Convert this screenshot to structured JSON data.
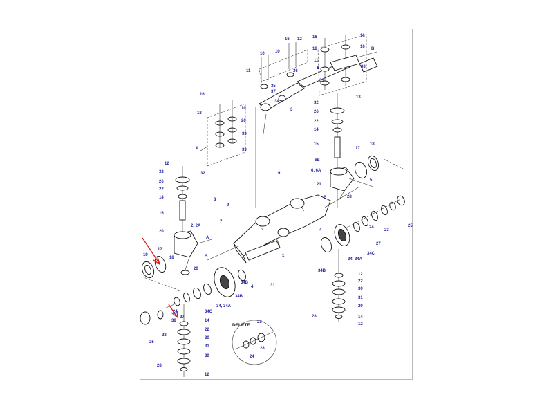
{
  "labels": {
    "top_right": [
      "16",
      "16",
      "18",
      "16",
      "11",
      "33",
      "B",
      "5",
      "33",
      "13",
      "32",
      "26",
      "22",
      "14",
      "15",
      "17",
      "18",
      "6B",
      "6, 6A",
      "5"
    ],
    "top_center": [
      "10",
      "16",
      "12",
      "10",
      "11",
      "36",
      "35",
      "37",
      "5",
      "34",
      "3"
    ],
    "left_bracket": [
      "16",
      "18",
      "10",
      "26",
      "33",
      "33",
      "A"
    ],
    "left_knuckle": [
      "12",
      "32",
      "32",
      "26",
      "22",
      "14",
      "15",
      "2, 2A",
      "20",
      "17",
      "18",
      "19",
      "A",
      "5",
      "20"
    ],
    "center_axle": [
      "8",
      "9",
      "7",
      "9",
      "21",
      "1",
      "4",
      "4",
      "31",
      "34B"
    ],
    "right_axle": [
      "B",
      "28",
      "24",
      "23",
      "27",
      "34C",
      "25",
      "34, 34A",
      "34B",
      "12",
      "22",
      "30",
      "31",
      "29",
      "14",
      "28",
      "12"
    ],
    "lower_left": [
      "24",
      "34B",
      "34C",
      "27",
      "34, 34A",
      "38",
      "14",
      "22",
      "30",
      "31",
      "29",
      "28",
      "12",
      "25",
      "28"
    ],
    "delete_detail": [
      "23",
      "24",
      "28"
    ]
  },
  "delete_label": "DELETE",
  "colors": {
    "line": "#333333",
    "label": "#2323a0",
    "arrow": "#e02020"
  },
  "pointer": {
    "icon": "red-arrow-icon",
    "target": "seal ring (lower left steering knuckle)"
  }
}
